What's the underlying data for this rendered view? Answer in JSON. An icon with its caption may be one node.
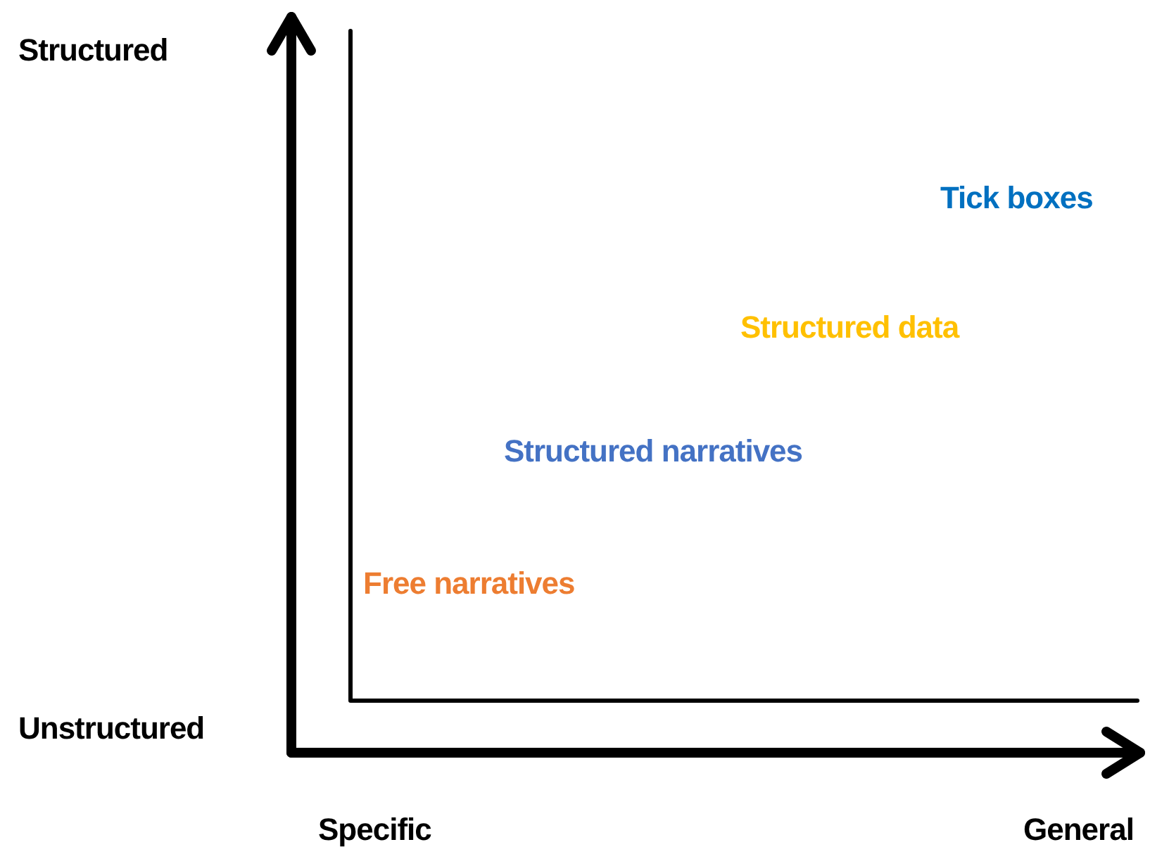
{
  "diagram": {
    "labels": [
      "Structured",
      "Tick boxes",
      "Structured data",
      "Structured narratives",
      "Free narratives",
      "Unstructured",
      "Specific",
      "General"
    ]
  }
}
